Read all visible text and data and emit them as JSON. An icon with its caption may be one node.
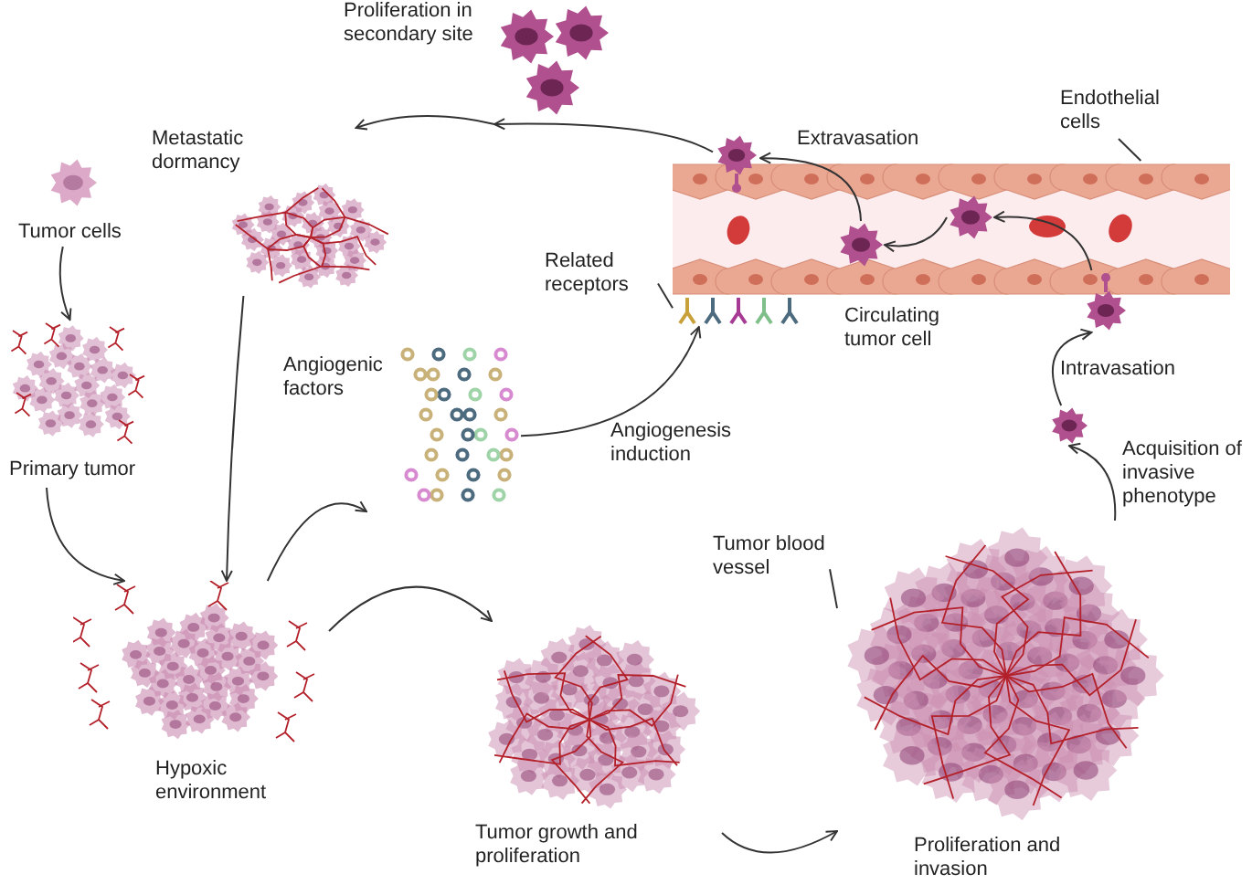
{
  "diagram": {
    "nodes": [
      {
        "text": [
          "Tumor cells"
        ]
      },
      {
        "text": [
          "Primary tumor"
        ]
      },
      {
        "text": [
          "Hypoxic environment"
        ]
      },
      {
        "text": [
          "Metastatic dormancy"
        ]
      },
      {
        "text": [
          "Proliferation in secondary site"
        ]
      },
      {
        "text": [
          "Angiogenic factors"
        ]
      },
      {
        "text": [],
        "shape": "picture"
      },
      {
        "text": [],
        "shape": "picture"
      },
      {
        "text": [
          "Related receptors"
        ]
      },
      {
        "text": [
          "Endothelial cells"
        ]
      },
      {
        "text": [],
        "shape": "picture"
      },
      {
        "text": [],
        "shape": "picture",
        "in": 6
      },
      {
        "text": [],
        "shape": "picture",
        "in": 6
      },
      {
        "text": [],
        "shape": "picture"
      },
      {
        "text": [],
        "shape": "picture"
      },
      {
        "text": [
          "Tumor growth and proliferation"
        ]
      },
      {
        "text": [
          "Proliferation and invasion"
        ]
      },
      {
        "text": [
          "Tumor blood vessel"
        ]
      }
    ],
    "edges": [
      {
        "from": 0,
        "to": 1,
        "arrow": "to"
      },
      {
        "from": 1,
        "to": 2,
        "arrow": "to"
      },
      {
        "from": 3,
        "to": 2,
        "arrow": "to"
      },
      {
        "from": 2,
        "to": 5,
        "arrow": "to"
      },
      {
        "from": 2,
        "to": 15,
        "arrow": "to"
      },
      {
        "from": 15,
        "to": 16,
        "arrow": "to"
      },
      {
        "from": 16,
        "to": 14,
        "arrow": "to",
        "label": "Acquisition of invasive phenotype"
      },
      {
        "from": 14,
        "to": 13,
        "arrow": "to",
        "label": "Intravasation"
      },
      {
        "from": 13,
        "to": 12,
        "arrow": "to"
      },
      {
        "from": 12,
        "to": 11,
        "arrow": "to"
      },
      {
        "from": 11,
        "to": 10,
        "arrow": "to",
        "label": "Extravasation"
      },
      {
        "from": 10,
        "to": 4,
        "arrow": "to"
      },
      {
        "from": 4,
        "to": 3,
        "arrow": "to"
      },
      {
        "from": 5,
        "to": 7,
        "arrow": "to",
        "label": "Angiogenesis induction"
      },
      {
        "from": 8,
        "to": 7,
        "arrow": "none"
      },
      {
        "from": 9,
        "to": 6,
        "arrow": "none"
      },
      {
        "from": 17,
        "to": 16,
        "arrow": "none"
      }
    ],
    "labels": [
      "Circulating tumor cell"
    ]
  }
}
